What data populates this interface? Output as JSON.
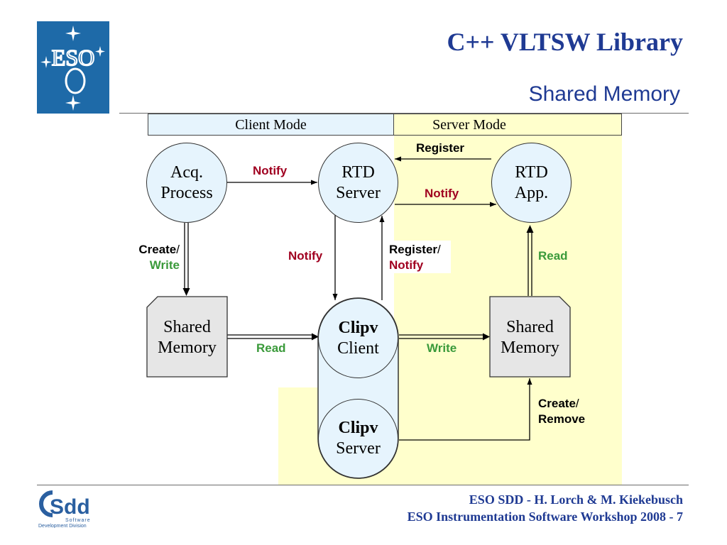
{
  "header": {
    "title": "C++ VLTSW Library",
    "subtitle": "Shared Memory"
  },
  "logos": {
    "eso_logo_text": "ESO",
    "sdd_logo_text": "Sdd",
    "sdd_logo_caption": "Software Development Division"
  },
  "modes": {
    "client": "Client Mode",
    "server": "Server Mode"
  },
  "nodes": {
    "acq_line1": "Acq.",
    "acq_line2": "Process",
    "rtd_server_line1": "RTD",
    "rtd_server_line2": "Server",
    "rtd_app_line1": "RTD",
    "rtd_app_line2": "App.",
    "shm_left_line1": "Shared",
    "shm_left_line2": "Memory",
    "clipv_client_line1": "Clipv",
    "clipv_client_line2": "Client",
    "shm_right_line1": "Shared",
    "shm_right_line2": "Memory",
    "clipv_server_line1": "Clipv",
    "clipv_server_line2": "Server"
  },
  "edges": {
    "register_top": "Register",
    "notify_acq_rtd": "Notify",
    "notify_rtd_app": "Notify",
    "create": "Create",
    "slash": "/",
    "write": "Write",
    "notify_mid": "Notify",
    "register_mid": "Register",
    "notify_mid2": "Notify",
    "read_right": "Read",
    "read_bottom": "Read",
    "write_bottom": "Write",
    "create2": "Create",
    "remove": "Remove"
  },
  "footer": {
    "line1": "ESO SDD - H. Lorch & M. Kiekebusch",
    "line2": "ESO Instrumentation Software Workshop 2008 - 7"
  },
  "colors": {
    "title": "#1f3a93",
    "client_mode_bg": "#e6f4fd",
    "server_mode_bg": "#ffffcc",
    "notify_red": "#a00020",
    "read_write_green": "#3a9a3a",
    "eso_logo_bg": "#1e6aa8"
  }
}
